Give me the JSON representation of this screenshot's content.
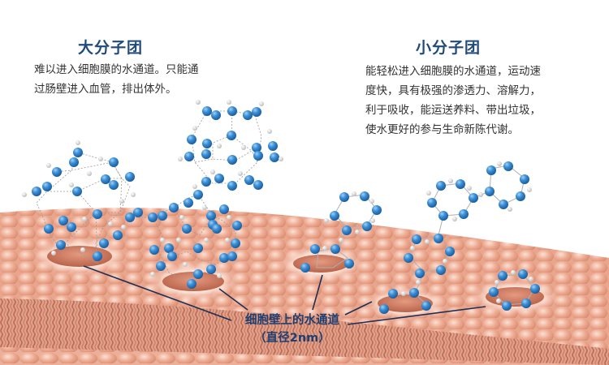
{
  "left_panel": {
    "title": "大分子团",
    "description": "难以进入细胞膜的水通道。只能通\n过肠壁进入血管，排出体外。"
  },
  "right_panel": {
    "title": "小分子团",
    "description": "能轻松进入细胞膜的水通道，运动速\n度快，具有极强的渗透力、溶解力，\n利于吸收，能运送养料、带出垃圾，\n使水更好的参与生命新陈代谢。"
  },
  "caption": {
    "line1": "细胞壁上的水通道",
    "line2": "（直径2nm）"
  },
  "colors": {
    "title": "#1f4a7a",
    "caption": "#1d3f72",
    "membrane": "#e8a48c",
    "membrane_dark": "#c77a63",
    "oxygen": "#2f7fc4",
    "hydrogen": "#dcdcdc"
  }
}
